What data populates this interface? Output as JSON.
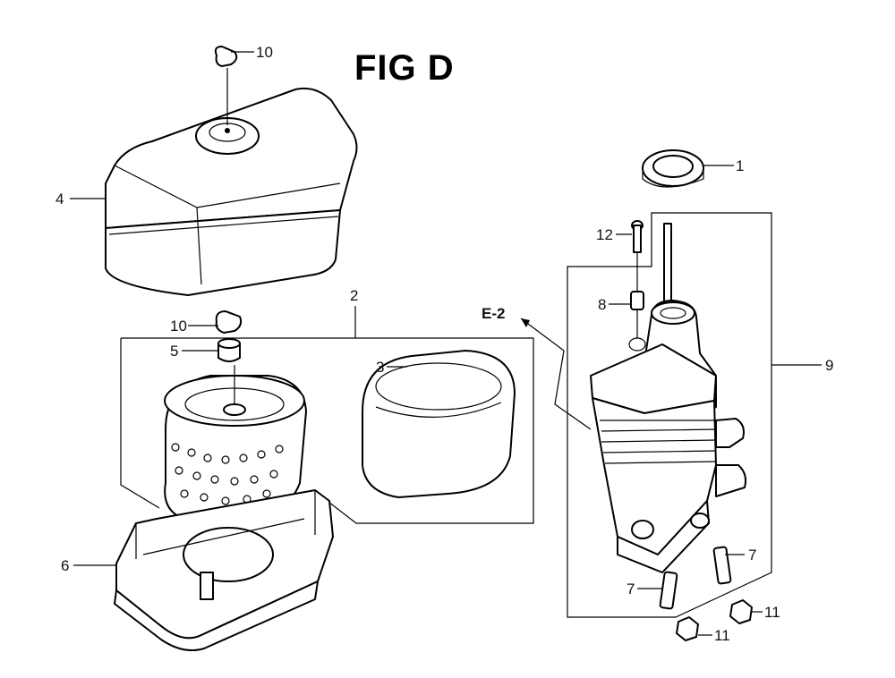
{
  "title": "FIG D",
  "callouts": {
    "c1": "1",
    "c2": "2",
    "c3": "3",
    "c4": "4",
    "c5": "5",
    "c6": "6",
    "c7a": "7",
    "c7b": "7",
    "c8": "8",
    "c9": "9",
    "c10a": "10",
    "c10b": "10",
    "c11a": "11",
    "c11b": "11",
    "c12": "12",
    "ref": "E-2"
  }
}
